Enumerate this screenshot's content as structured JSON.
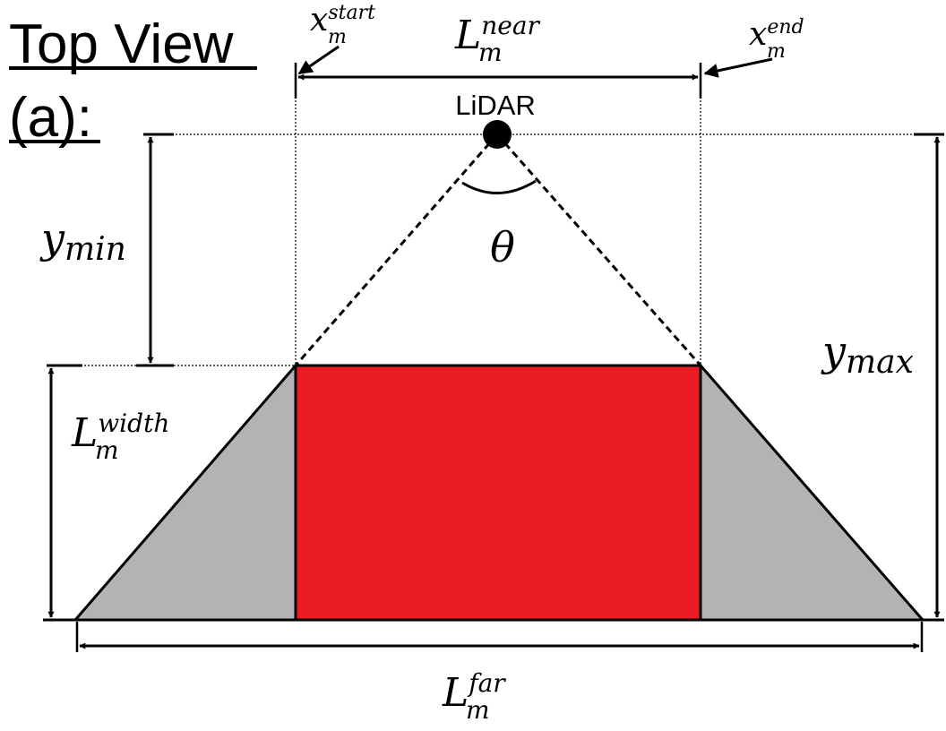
{
  "title": {
    "line1": "Top View",
    "line2": "(a):"
  },
  "sensor": {
    "label": "LiDAR"
  },
  "angle": {
    "label": "θ"
  },
  "labels": {
    "x_start": {
      "base": "x",
      "sub": "m",
      "sup": "start"
    },
    "x_end": {
      "base": "x",
      "sub": "m",
      "sup": "end"
    },
    "l_near": {
      "base": "L",
      "sub": "m",
      "sup": "near"
    },
    "l_width": {
      "base": "L",
      "sub": "m",
      "sup": "width"
    },
    "l_far": {
      "base": "L",
      "sub": "m",
      "sup": "far"
    },
    "y_min": {
      "base": "y",
      "sub": "min"
    },
    "y_max": {
      "base": "y",
      "sub": "max"
    }
  },
  "colors": {
    "center_region": "#ec1c24",
    "side_region": "#b3b3b3",
    "stroke": "#000000"
  }
}
